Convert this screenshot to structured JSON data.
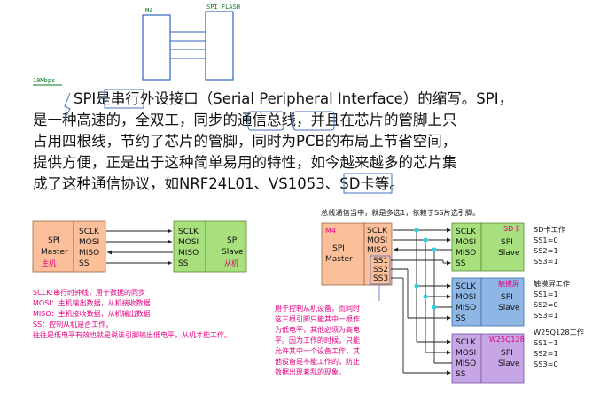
{
  "top_diagram": {
    "chip_left": "M4",
    "chip_right": "SPI FLASH",
    "speed": "10Mbps"
  },
  "intro": {
    "lines": [
      "SPI是串行外设接口（Serial Peripheral Interface）的缩写。SPI，",
      "是一种高速的，全双工，同步的通信总线，并且在芯片的管脚上只",
      "占用四根线，节约了芯片的管脚，同时为PCB的布局上节省空间，",
      "提供方便，正是出于这种简单易用的特性，如今越来越多的芯片集",
      "成了这种通信协议，如NRF24L01、VS1053、SD卡等。"
    ]
  },
  "left_diagram": {
    "master_title": "SPI",
    "master_sub": "Master",
    "master_cn": "主机",
    "slave_title": "SPI",
    "slave_sub": "Slave",
    "slave_cn": "从机",
    "signals": [
      "SCLK",
      "MOSI",
      "MISO",
      "SS"
    ],
    "notes": [
      "SCLK:串行时钟线，用于数据的同步",
      "MOSI：主机输出数据，从机接收数据",
      "MISO：主机接收数据，从机输出数据",
      "SS：控制从机是否工作，",
      "往往是低电平有效也就是说该引脚输出低电平，从机才能工作。"
    ]
  },
  "right_diagram": {
    "header": "总线通信当中，就是多选1，依赖于SS片选引脚。",
    "master_chip": "M4",
    "master_title": "SPI",
    "master_sub": "Master",
    "master_signals": [
      "SCLK",
      "MOSI",
      "MISO",
      "SS1",
      "SS2",
      "SS3"
    ],
    "slaves": [
      {
        "tag": "SD卡",
        "signals": [
          "SCLK",
          "MOSI",
          "MISO",
          "SS"
        ],
        "title": "SPI",
        "sub": "Slave"
      },
      {
        "tag": "触摸屏",
        "signals": [
          "SCLK",
          "MOSI",
          "MISO",
          "SS"
        ],
        "title": "SPI",
        "sub": "Slave"
      },
      {
        "tag": "W25Q128",
        "signals": [
          "SCLK",
          "MOSI",
          "MISO",
          "SS"
        ],
        "title": "SPI",
        "sub": "Slave"
      }
    ],
    "note_lines": [
      "用于控制从机设备，而同时",
      "这三根引脚只能其中一根作",
      "为低电平，其他必须为高电",
      "平。因为工作的时候，只能",
      "允许其中一个设备工作，其",
      "他设备是不能工作的，防止",
      "数据出现紊乱的现象。"
    ],
    "states": [
      {
        "title": "SD卡工作",
        "lines": [
          "SS1=0",
          "SS2=1",
          "SS3=1"
        ]
      },
      {
        "title": "触摸屏工作",
        "lines": [
          "SS1=1",
          "SS2=0",
          "SS3=1"
        ]
      },
      {
        "title": "W25Q128工作",
        "lines": [
          "SS1=1",
          "SS2=1",
          "SS3=0"
        ]
      }
    ]
  },
  "colors": {
    "master": "#fbbf9a",
    "slave_green": "#a7e07d",
    "slave_blue": "#8fb7e6",
    "slave_purple": "#c7a6e6",
    "accent_red": "#e60080",
    "dot_cyan": "#33d1e0"
  }
}
